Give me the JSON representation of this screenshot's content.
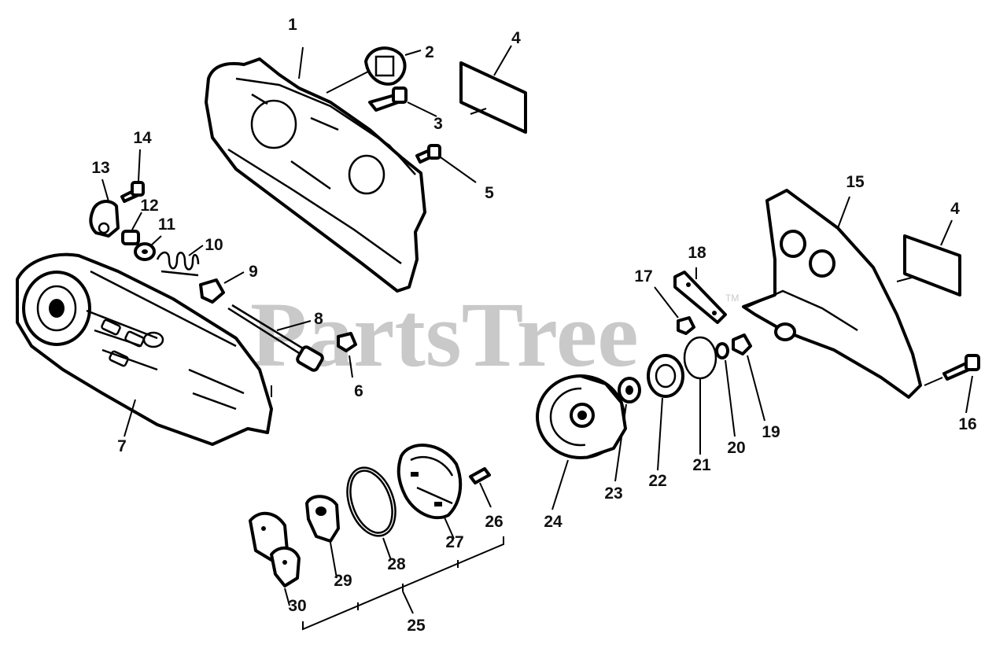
{
  "watermark": {
    "text": "PartsTree",
    "trademark": "TM"
  },
  "callouts": {
    "c1": "1",
    "c2": "2",
    "c3": "3",
    "c4a": "4",
    "c4b": "4",
    "c5": "5",
    "c6": "6",
    "c7": "7",
    "c8": "8",
    "c9": "9",
    "c10": "10",
    "c11": "11",
    "c12": "12",
    "c13": "13",
    "c14": "14",
    "c15": "15",
    "c16": "16",
    "c17": "17",
    "c18": "18",
    "c19": "19",
    "c20": "20",
    "c21": "21",
    "c22": "22",
    "c23": "23",
    "c24": "24",
    "c25": "25",
    "c26": "26",
    "c27": "27",
    "c28": "28",
    "c29": "29",
    "c30": "30"
  }
}
